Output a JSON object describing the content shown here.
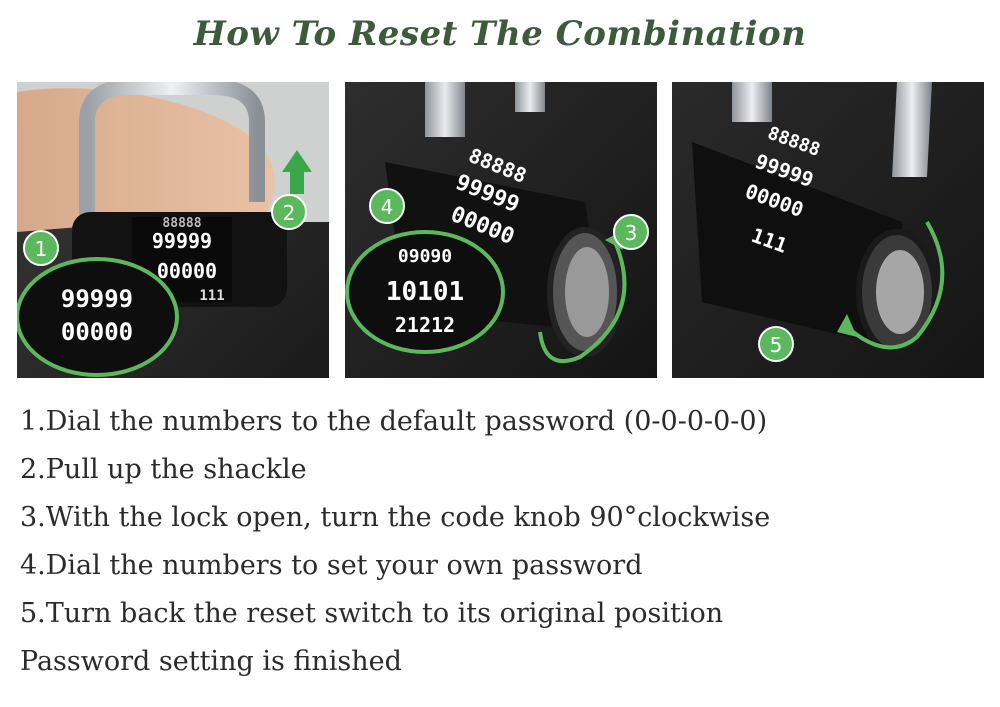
{
  "title": "How To Reset The Combination",
  "accent_color": "#3d5a3d",
  "badge_color": "#5cb85c",
  "photos": [
    {
      "badges": [
        "1",
        "2"
      ],
      "dial_rows": [
        "99999",
        "00000"
      ],
      "dial_top_row": "88888",
      "dial_bottom_row": "111",
      "zoom_rows": [
        "99999",
        "00000"
      ]
    },
    {
      "badges": [
        "4",
        "3"
      ],
      "dial_rows": [
        "88888",
        "99999",
        "00000"
      ],
      "zoom_rows": [
        "09090",
        "10101",
        "21212"
      ]
    },
    {
      "badges": [
        "5"
      ],
      "dial_rows": [
        "88888",
        "99999",
        "00000",
        "111"
      ]
    }
  ],
  "steps": [
    "1.Dial the numbers to the default password (0-0-0-0-0)",
    "2.Pull up the shackle",
    "3.With the lock open, turn the code knob 90°clockwise",
    "4.Dial the numbers to set your own password",
    "5.Turn back the reset switch to its original position",
    "Password setting is finished"
  ]
}
